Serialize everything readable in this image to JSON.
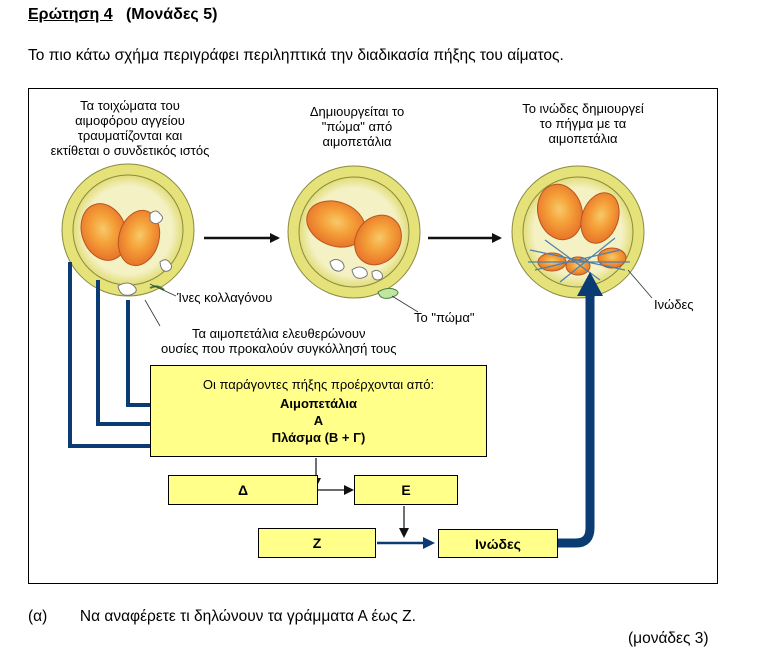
{
  "question": {
    "title": "Ερώτηση 4",
    "points": "(Μονάδες 5)",
    "intro": "Το πιο κάτω σχήμα περιγράφει περιληπτικά την διαδικασία πήξης του αίματος.",
    "sub_label": "(α)",
    "sub_text": "Να αναφέρετε τι δηλώνουν τα γράμματα Α έως Ζ.",
    "sub_marks": "(μονάδες 3)"
  },
  "diagram": {
    "stage1_caption": [
      "Τα τοιχώματα του",
      "αιμοφόρου αγγείου",
      "τραυματίζονται και",
      "εκτίθεται ο συνδετικός ιστός"
    ],
    "stage2_caption": [
      "Δημιουργείται το",
      "\"πώμα\" από",
      "αιμοπετάλια"
    ],
    "stage3_caption": [
      "Το ινώδες δημιουργεί",
      "το πήγμα με τα",
      "αιμοπετάλια"
    ],
    "label_collagen": "Ίνες κολλαγόνου",
    "label_plug": "Το \"πώμα\"",
    "label_fibrin": "Ινώδες",
    "label_platelets_release": [
      "Τα αιμοπετάλια ελευθερώνουν",
      "ουσίες που προκαλούν συγκόλλησή τους"
    ],
    "factors": {
      "heading": "Οι παράγοντες πήξης προέρχονται από:",
      "line1": "Αιμοπετάλια",
      "line2": "Α",
      "line3": "Πλάσμα (Β + Γ)"
    },
    "box_d": "Δ",
    "box_e": "Ε",
    "box_z": "Ζ",
    "box_fibrin": "Ινώδες"
  },
  "colors": {
    "box_fill": "#ffff8a",
    "arrow_blue": "#0a3b73",
    "vessel_yellow": "#e9e57a",
    "cell_orange": "#f29a3a"
  }
}
